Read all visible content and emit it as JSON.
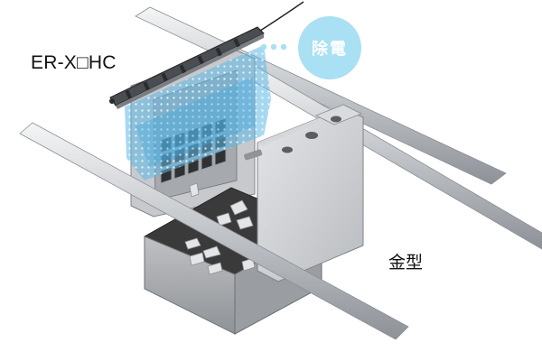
{
  "labels": {
    "model": "ER-X□HC",
    "mold": "金型",
    "bubble": "除電"
  },
  "colors": {
    "ion_blue": "#5fb8e6",
    "bubble_fill": "#a9e0f3",
    "rod": "#c9ccd0",
    "steel": "#b5b8bd",
    "box_dark": "#3a3a3a"
  },
  "icons": {
    "ionizer_bar": "ionizer-bar-icon",
    "bubble_dots": "dots-icon"
  }
}
